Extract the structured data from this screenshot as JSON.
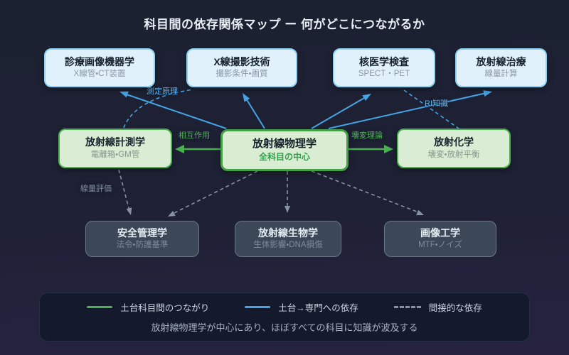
{
  "title": "科目間の依存関係マップ ー 何がどこにつながるか",
  "nodes": {
    "top": [
      {
        "title": "診療画像機器学",
        "subtitle": "X線管・CT装置"
      },
      {
        "title": "X線撮影技術",
        "subtitle": "撮影条件・画質"
      },
      {
        "title": "核医学検査",
        "subtitle": "SPECT・PET"
      },
      {
        "title": "放射線治療",
        "subtitle": "線量計算"
      }
    ],
    "middle": [
      {
        "title": "放射線計測学",
        "subtitle": "電離箱・GM管"
      },
      {
        "title": "放射線物理学",
        "subtitle": "全科目の中心"
      },
      {
        "title": "放射化学",
        "subtitle": "壊変・放射平衡"
      }
    ],
    "bottom": [
      {
        "title": "安全管理学",
        "subtitle": "法令・防護基準"
      },
      {
        "title": "放射線生物学",
        "subtitle": "生体影響・DNA損傷"
      },
      {
        "title": "画像工学",
        "subtitle": "MTF・ノイズ"
      }
    ]
  },
  "edges": [
    {
      "from": "放射線物理学",
      "to": "診療画像機器学",
      "type": "solid-blue",
      "label": ""
    },
    {
      "from": "放射線物理学",
      "to": "X線撮影技術",
      "type": "solid-blue",
      "label": ""
    },
    {
      "from": "放射線物理学",
      "to": "核医学検査",
      "type": "solid-blue",
      "label": ""
    },
    {
      "from": "放射線物理学",
      "to": "放射線治療",
      "type": "solid-blue",
      "label": ""
    },
    {
      "from": "放射線物理学",
      "to": "放射線計測学",
      "type": "solid-green",
      "label": "相互作用"
    },
    {
      "from": "放射線物理学",
      "to": "放射化学",
      "type": "solid-green",
      "label": "壊変理論"
    },
    {
      "from": "放射線計測学",
      "to": "X線撮影技術",
      "type": "dashed-blue",
      "label": "測定原理"
    },
    {
      "from": "放射化学",
      "to": "核医学検査",
      "type": "dashed-blue",
      "label": "RI知識"
    },
    {
      "from": "放射線計測学",
      "to": "安全管理学",
      "type": "dashed-gray",
      "label": "線量評価"
    },
    {
      "from": "放射線物理学",
      "to": "安全管理学",
      "type": "dashed-gray",
      "label": ""
    },
    {
      "from": "放射線物理学",
      "to": "放射線生物学",
      "type": "dashed-gray",
      "label": ""
    },
    {
      "from": "放射線物理学",
      "to": "画像工学",
      "type": "dashed-gray",
      "label": ""
    }
  ],
  "legend": {
    "items": [
      {
        "label": "土台科目間のつながり",
        "type": "solid-green"
      },
      {
        "label": "土台→専門への依存",
        "type": "solid-blue"
      },
      {
        "label": "間接的な依存",
        "type": "dashed-gray"
      }
    ],
    "caption": "放射線物理学が中心にあり、ほぼすべての科目に知識が波及する"
  },
  "colors": {
    "accent_blue": "#45a3e6",
    "accent_green": "#4caf50",
    "muted_gray": "#8792a3",
    "background": "#1c2133",
    "legend_panel": "#141a2b"
  }
}
